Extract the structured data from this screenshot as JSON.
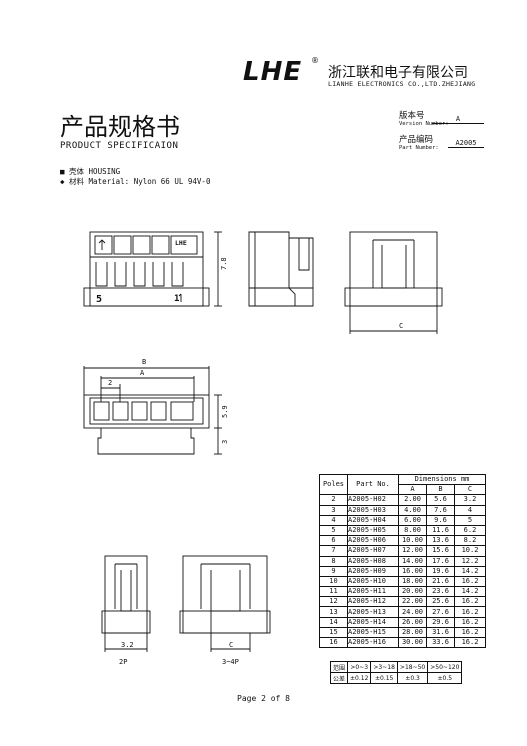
{
  "header": {
    "logo": "LHE",
    "registered": "®",
    "company_cn": "浙江联和电子有限公司",
    "company_en": "LIANHE ELECTRONICS CO.,LTD.ZHEJIANG"
  },
  "title": {
    "cn": "产品规格书",
    "en": "PRODUCT SPECIFICAION"
  },
  "meta": {
    "version_cn": "版本号",
    "version_en": "Version Number:",
    "version_value": "A",
    "part_cn": "产品编码",
    "part_en": "Part Number:",
    "part_value": "A2005"
  },
  "spec": {
    "line1": "■ 壳体 HOUSING",
    "line2": "◆ 材料 Material: Nylon 66 UL 94V-0"
  },
  "drawing_labels": {
    "dim_78": "7.8",
    "dim_c_top": "C",
    "dim_b": "B",
    "dim_a": "A",
    "dim_2": "2",
    "dim_59": "5.9",
    "dim_3": "3",
    "pin5": "5",
    "pin1": "1",
    "logo_small": "LHE",
    "dim_32": "3.2",
    "dim_c_bottom": "C",
    "caption_2p": "2P",
    "caption_34p": "3~4P"
  },
  "dim_table": {
    "header_poles": "Poles",
    "header_part": "Part No.",
    "header_dims": "Dimensions mm",
    "col_a": "A",
    "col_b": "B",
    "col_c": "C",
    "rows": [
      [
        "2",
        "A2005-H02",
        "2.00",
        "5.6",
        "3.2"
      ],
      [
        "3",
        "A2005-H03",
        "4.00",
        "7.6",
        "4"
      ],
      [
        "4",
        "A2005-H04",
        "6.00",
        "9.6",
        "5"
      ],
      [
        "5",
        "A2005-H05",
        "8.00",
        "11.6",
        "6.2"
      ],
      [
        "6",
        "A2005-H06",
        "10.00",
        "13.6",
        "8.2"
      ],
      [
        "7",
        "A2005-H07",
        "12.00",
        "15.6",
        "10.2"
      ],
      [
        "8",
        "A2005-H08",
        "14.00",
        "17.6",
        "12.2"
      ],
      [
        "9",
        "A2005-H09",
        "16.00",
        "19.6",
        "14.2"
      ],
      [
        "10",
        "A2005-H10",
        "18.00",
        "21.6",
        "16.2"
      ],
      [
        "11",
        "A2005-H11",
        "20.00",
        "23.6",
        "14.2"
      ],
      [
        "12",
        "A2005-H12",
        "22.00",
        "25.6",
        "16.2"
      ],
      [
        "13",
        "A2005-H13",
        "24.00",
        "27.6",
        "16.2"
      ],
      [
        "14",
        "A2005-H14",
        "26.00",
        "29.6",
        "16.2"
      ],
      [
        "15",
        "A2005-H15",
        "28.00",
        "31.6",
        "16.2"
      ],
      [
        "16",
        "A2005-H16",
        "30.00",
        "33.6",
        "16.2"
      ]
    ]
  },
  "tolerance": {
    "range_label": "范围",
    "tol_label": "公差",
    "ranges": [
      ">0~3",
      ">3~18",
      ">18~50",
      ">50~120"
    ],
    "values": [
      "±0.12",
      "±0.15",
      "±0.3",
      "±0.5"
    ]
  },
  "footer": {
    "page": "Page 2 of 8"
  }
}
